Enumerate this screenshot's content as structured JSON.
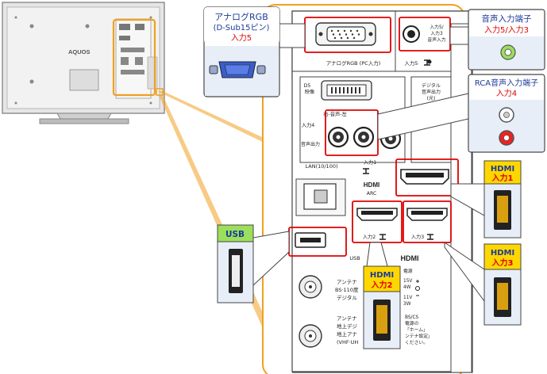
{
  "tv": {
    "brand": "AQUOS"
  },
  "callouts": {
    "analog_rgb": {
      "line1": "アナログRGB",
      "line2": "(D-Sub15ピン)",
      "line3": "入力5"
    },
    "audio_in": {
      "line1": "音声入力端子",
      "line2": "入力5/入力3"
    },
    "rca_audio": {
      "line1": "RCA音声入力端子",
      "line2": "入力4"
    },
    "hdmi1": {
      "line1": "HDMI",
      "line2": "入力1"
    },
    "hdmi2": {
      "line1": "HDMI",
      "line2": "入力2"
    },
    "hdmi3": {
      "line1": "HDMI",
      "line2": "入力3"
    },
    "usb": {
      "line1": "USB"
    }
  },
  "panel": {
    "analog_rgb_caption": "アナログRGB (PC入力)",
    "input5_label": "入力5",
    "audio_in_small": {
      "l1": "入力5/",
      "l2": "入力3",
      "l3": "音声入力"
    },
    "d5_label": {
      "l1": "D5",
      "l2": "映像"
    },
    "digital_out": {
      "l1": "デジタル",
      "l2": "音声出力",
      "l3": "(光)"
    },
    "rl_audio": "右-音声-左",
    "video_label": "映像",
    "input4": {
      "l1": "入力4",
      "l2": "音声出力"
    },
    "lan": "LAN(10/100)",
    "input1": "入力1",
    "hdmi_logo": "HDMI",
    "arc": "ARC",
    "input2": "入力2",
    "input3": "入力3",
    "usb_label": "USB",
    "antenna1": {
      "l1": "アンテナ",
      "l2": "BS·110度",
      "l3": "デジタル"
    },
    "power": {
      "l1": "電源",
      "l2": "15V",
      "l3": "4W",
      "l4": "11V",
      "l5": "3W"
    },
    "antenna2": {
      "l1": "アンテナ",
      "l2": "地上デジ",
      "l3": "地上アナ",
      "l4": "(VHF·UH"
    },
    "notice": {
      "l1": "BS/CS",
      "l2": "電源の",
      "l3": "「ホーム」",
      "l4": "ンテナ設定」",
      "l5": "ください。"
    }
  },
  "colors": {
    "highlight_red": "#e00000",
    "zoom_orange": "#f0a020",
    "callout_blue_text": "#1a3a9a",
    "callout_red_text": "#e00000",
    "usb_green": "#9be05a",
    "hdmi_yellow": "#ffd700",
    "vga_blue": "#3a5ec8"
  }
}
